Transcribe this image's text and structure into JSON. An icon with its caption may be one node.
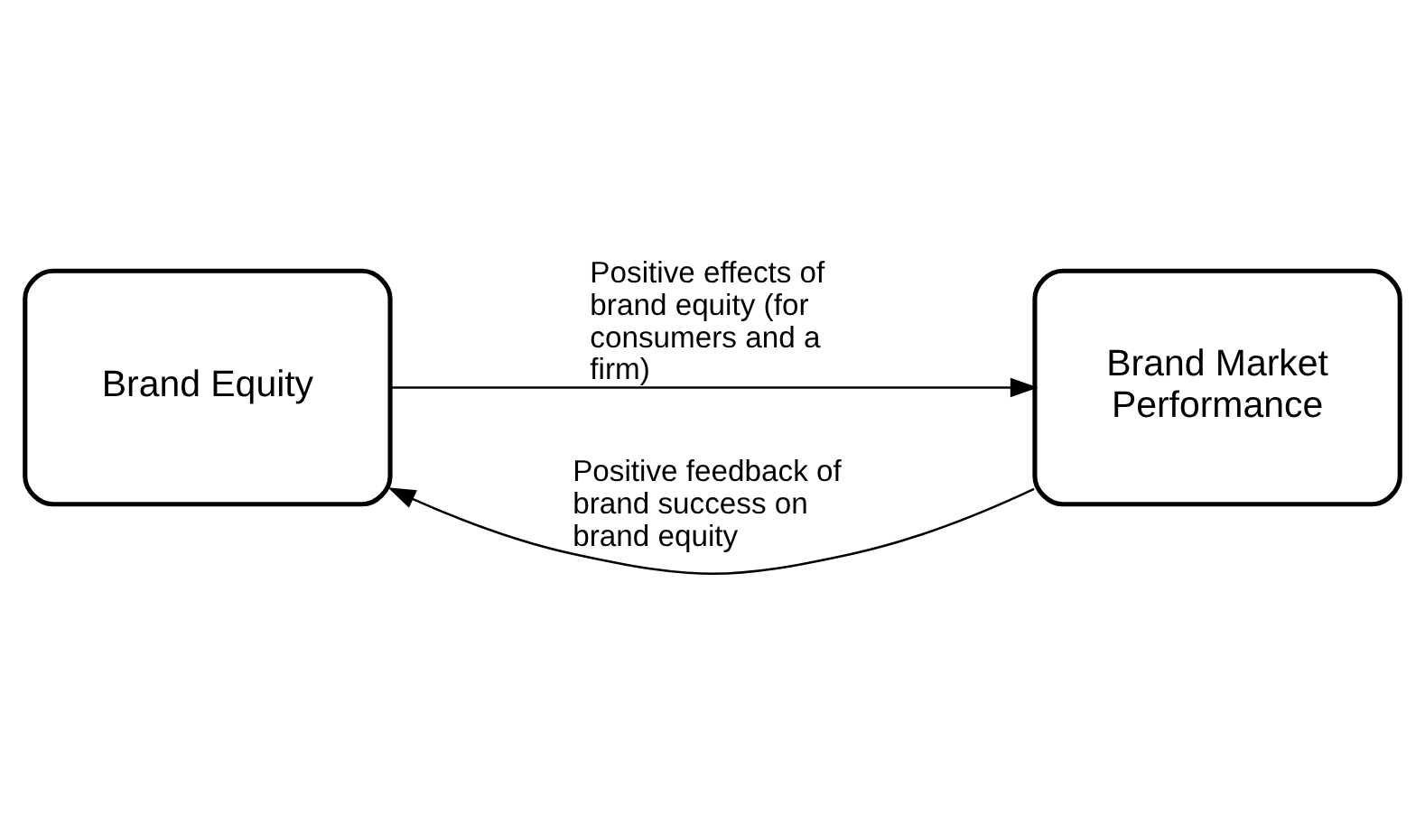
{
  "diagram": {
    "nodes": [
      {
        "text": [
          "Brand Equity"
        ]
      },
      {
        "text": [
          "Brand Market Performance"
        ]
      }
    ],
    "edges": [
      {
        "from": 1,
        "to": 0,
        "arrow": "to",
        "label": "Positive feedback of brand success on brand equity"
      },
      {
        "from": 0,
        "to": 1,
        "arrow": "to",
        "label": "Positive effects of brand equity (for consumers and a firm)"
      }
    ]
  }
}
